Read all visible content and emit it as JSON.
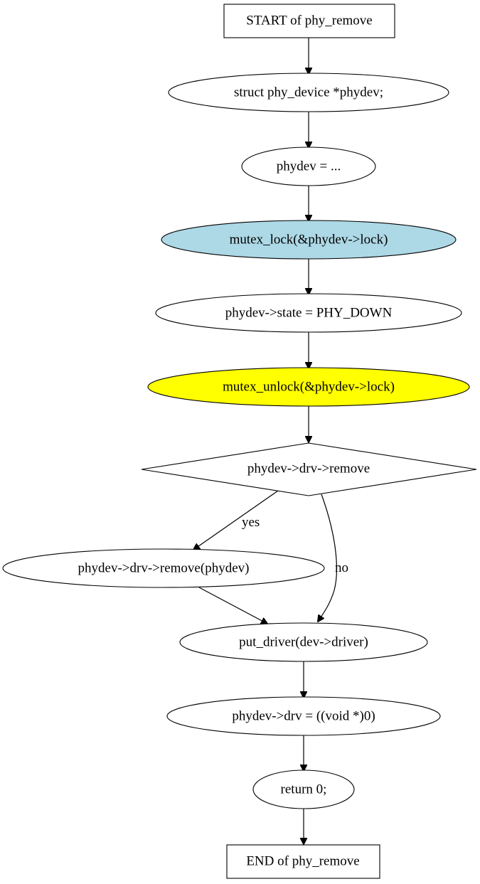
{
  "nodes": {
    "start": {
      "label": "START of phy_remove"
    },
    "decl": {
      "label": "struct phy_device *phydev;"
    },
    "assign": {
      "label": "phydev = ..."
    },
    "lock": {
      "label": "mutex_lock(&phydev->lock)",
      "fill": "#add8e6"
    },
    "state": {
      "label": "phydev->state = PHY_DOWN"
    },
    "unlock": {
      "label": "mutex_unlock(&phydev->lock)",
      "fill": "#ffff00"
    },
    "cond": {
      "label": "phydev->drv->remove"
    },
    "remove_call": {
      "label": "phydev->drv->remove(phydev)"
    },
    "put_driver": {
      "label": "put_driver(dev->driver)"
    },
    "drv_null": {
      "label": "phydev->drv = ((void *)0)"
    },
    "ret": {
      "label": "return 0;"
    },
    "end": {
      "label": "END of phy_remove"
    }
  },
  "edges": {
    "yes_label": "yes",
    "no_label": "no"
  }
}
